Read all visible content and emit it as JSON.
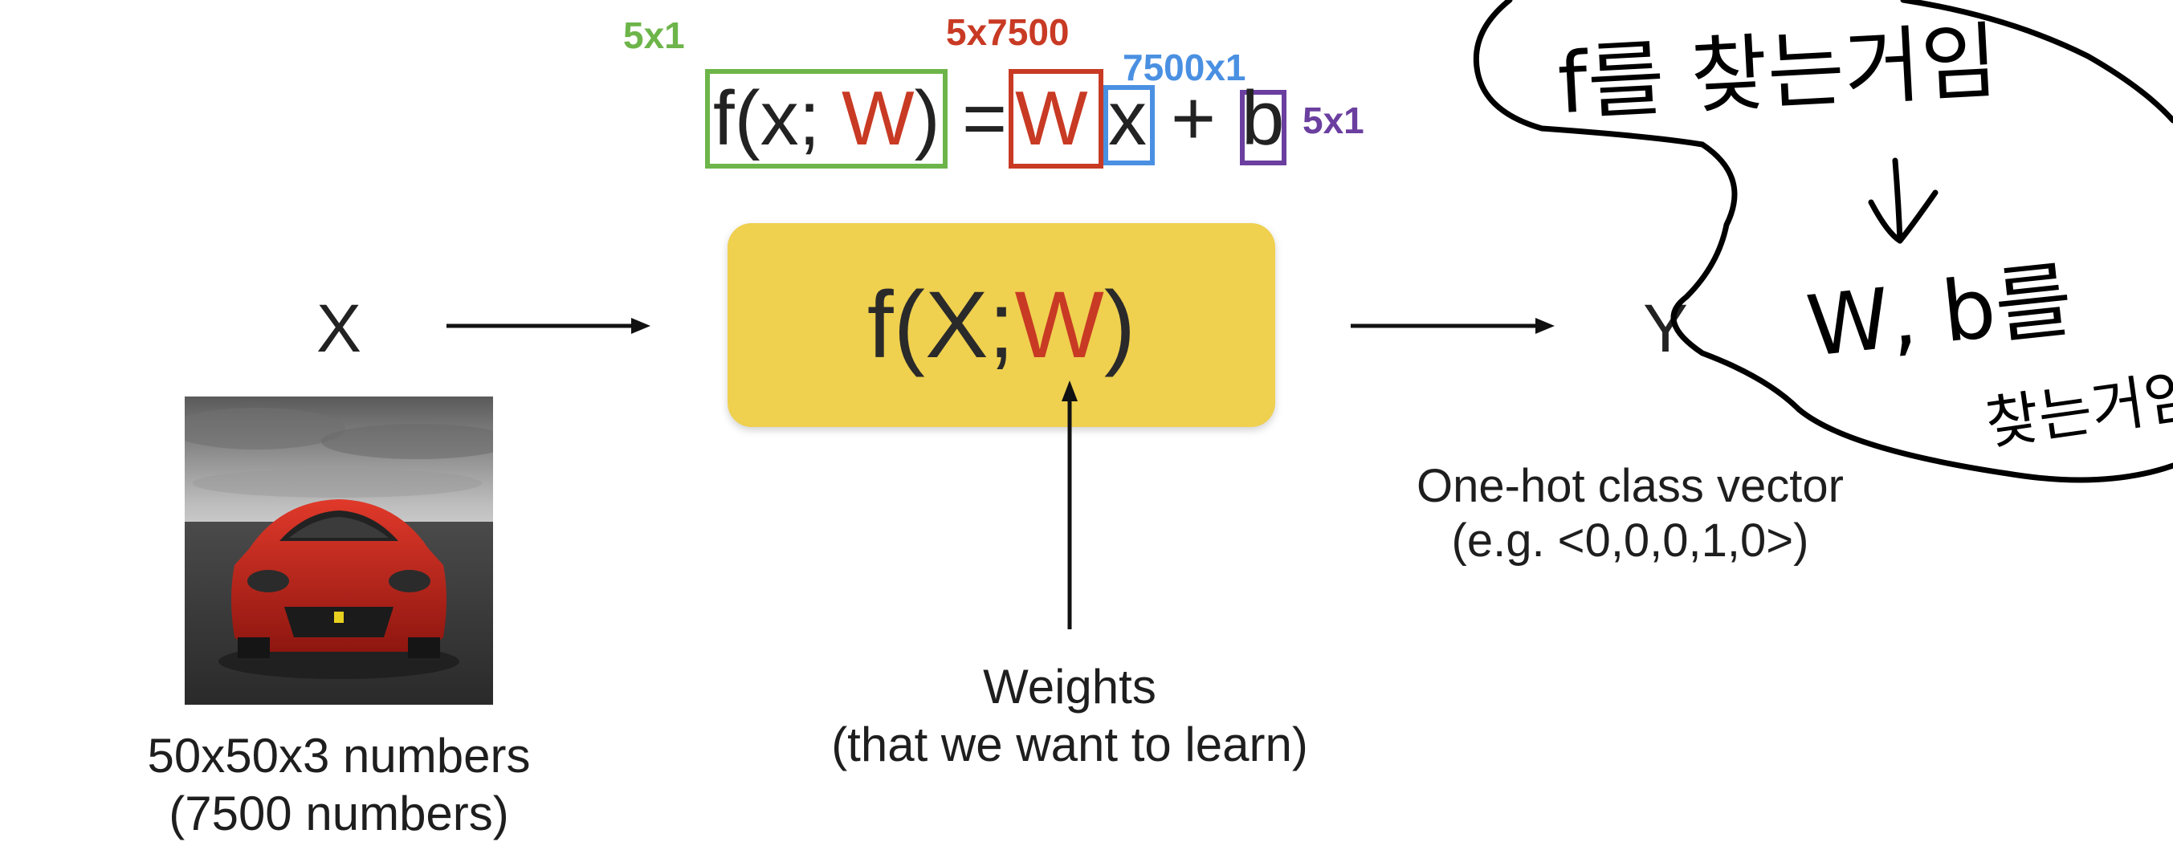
{
  "equation": {
    "lhs": "f(x; W)",
    "lhs_prefix": "f(x; ",
    "lhs_w": "W",
    "lhs_suffix": ")",
    "equals": "=",
    "weight": "W",
    "input": "x",
    "plus": "+",
    "bias": "b",
    "dims": {
      "output": "5x1",
      "weight": "5x7500",
      "input": "7500x1",
      "bias": "5x1"
    }
  },
  "diagram": {
    "input_symbol": "X",
    "output_symbol": "Y",
    "function_prefix": "f(X; ",
    "function_w": "W",
    "function_suffix": ")",
    "input_caption": [
      "50x50x3 numbers",
      "(7500 numbers)"
    ],
    "weights_caption": [
      "Weights",
      "(that we want to learn)"
    ],
    "output_caption": [
      "One-hot class vector",
      "(e.g. <0,0,0,1,0>)"
    ]
  },
  "handwriting": {
    "line1": "f를 찾는거임",
    "line2": "W, b를",
    "line3": "찾는거임"
  },
  "colors": {
    "output_box": "#6db54a",
    "weight_box": "#c83a24",
    "input_box": "#4a90e2",
    "bias_box": "#6b3fa0",
    "function_fill": "#efd04f",
    "weight_text": "#c83a24"
  }
}
